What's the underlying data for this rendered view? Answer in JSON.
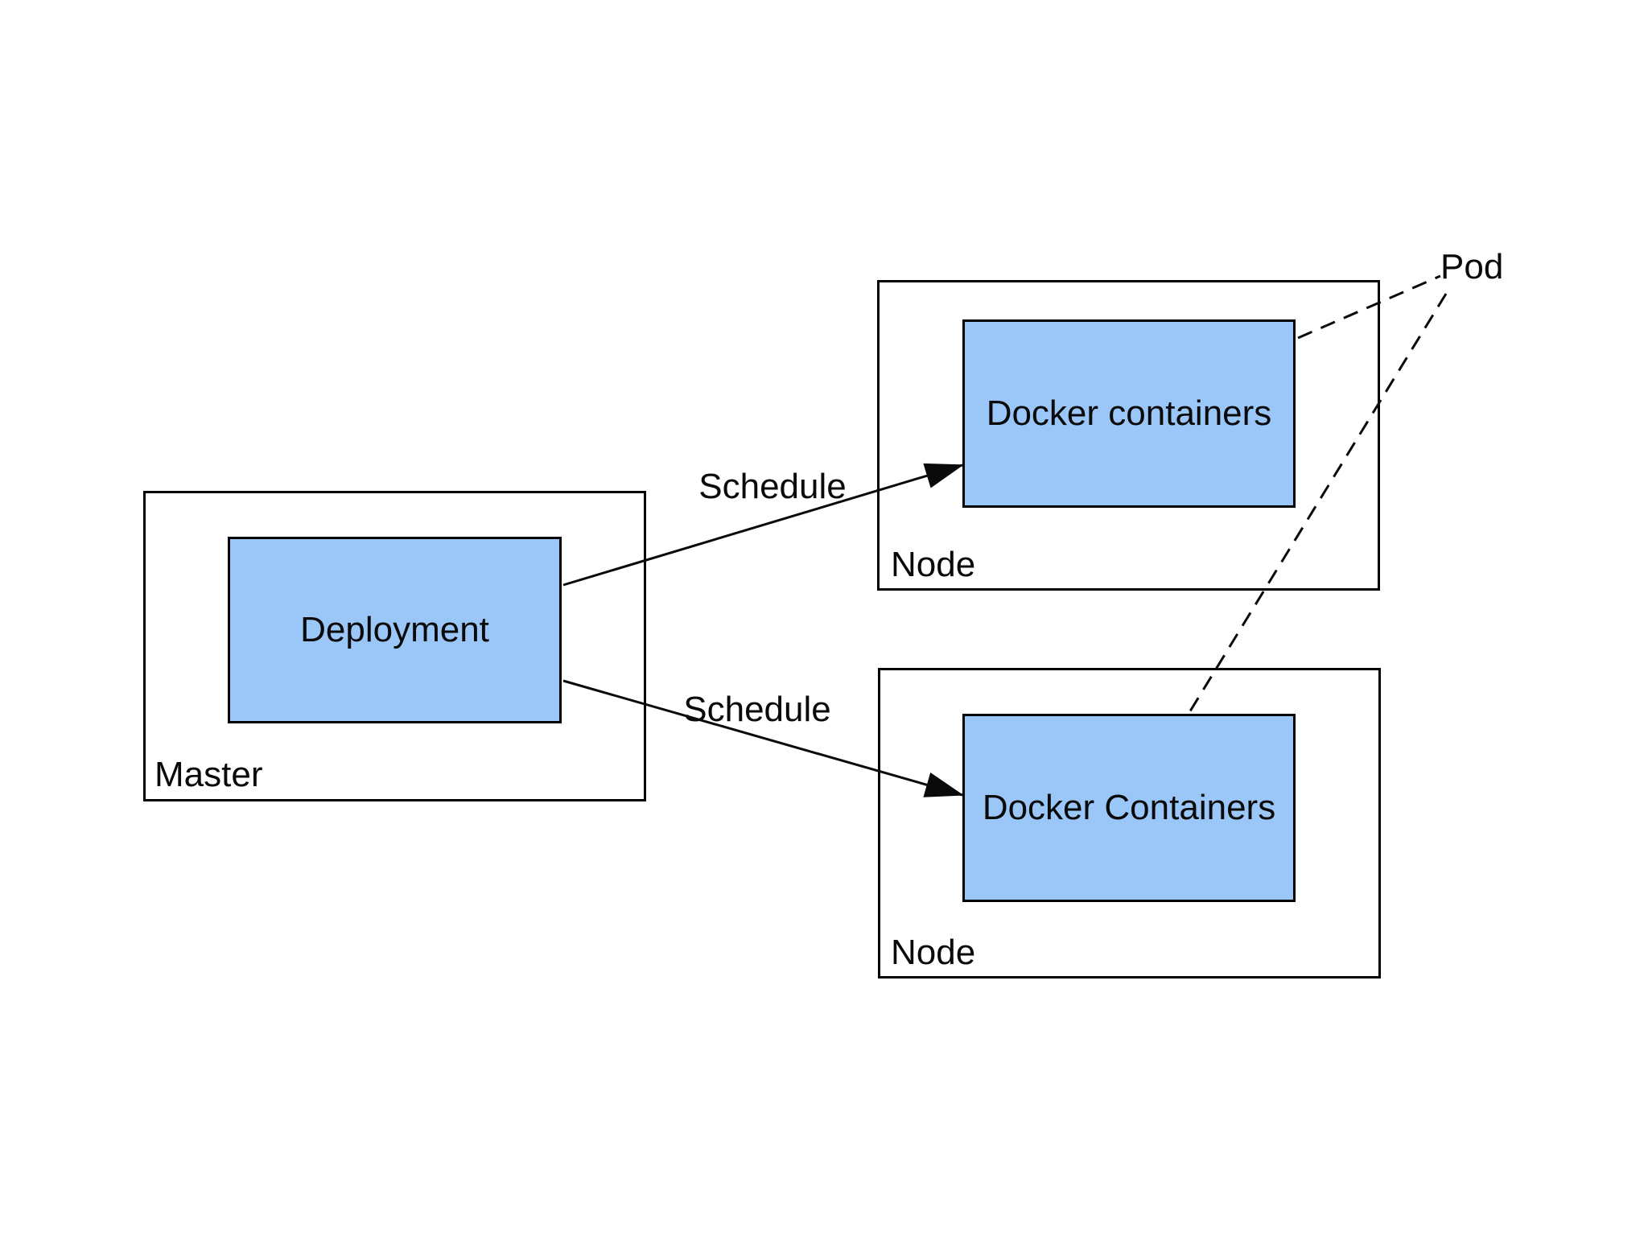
{
  "colors": {
    "box_fill": "#9ac6f8",
    "box_border": "#000000",
    "background": "#ffffff",
    "text": "#0a0a0a"
  },
  "master": {
    "label": "Master",
    "deployment": {
      "label": "Deployment"
    }
  },
  "node_top": {
    "label": "Node",
    "container": {
      "label": "Docker containers"
    }
  },
  "node_bottom": {
    "label": "Node",
    "container": {
      "label": "Docker Containers"
    }
  },
  "pod": {
    "label": "Pod"
  },
  "edges": {
    "schedule_top": {
      "label": "Schedule",
      "type": "solid-arrow",
      "from": "Deployment",
      "to": "Docker containers (top Node)"
    },
    "schedule_bottom": {
      "label": "Schedule",
      "type": "solid-arrow",
      "from": "Deployment",
      "to": "Docker Containers (bottom Node)"
    },
    "pod_link_top": {
      "type": "dashed-line",
      "from": "Docker containers (top Node)",
      "to": "Pod"
    },
    "pod_link_bottom": {
      "type": "dashed-line",
      "from": "Pod",
      "to": "Docker Containers (bottom Node)"
    }
  }
}
